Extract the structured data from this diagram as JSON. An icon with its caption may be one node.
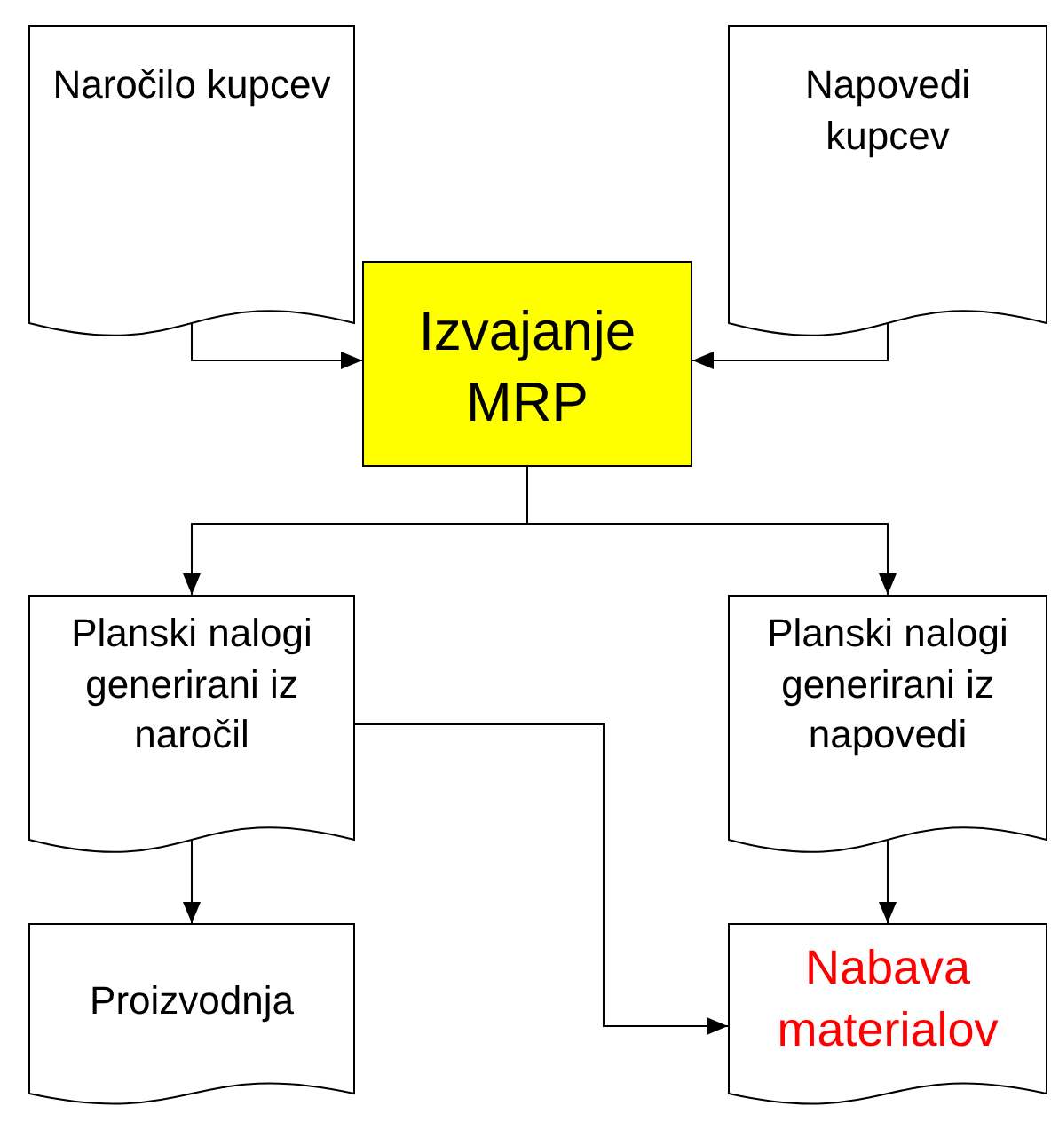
{
  "diagram": {
    "nodes": [
      {
        "text": [
          "Naročilo kupcev"
        ]
      },
      {
        "text": [
          "Napovedi kupcev"
        ]
      },
      {
        "text": [
          "Izvajanje MRP"
        ]
      },
      {
        "text": [
          "Planski nalogi generirani iz naročil"
        ]
      },
      {
        "text": [
          "Planski nalogi generirani iz napovedi"
        ]
      },
      {
        "text": [
          "Proizvodnja"
        ]
      },
      {
        "text": [
          "Nabava materialov"
        ]
      }
    ],
    "edges": [
      {
        "from": 0,
        "to": 2,
        "arrow": "to"
      },
      {
        "from": 1,
        "to": 2,
        "arrow": "to"
      },
      {
        "from": 2,
        "to": 3,
        "arrow": "to"
      },
      {
        "from": 2,
        "to": 4,
        "arrow": "to"
      },
      {
        "from": 3,
        "to": 6,
        "arrow": "to"
      },
      {
        "from": 3,
        "to": 5,
        "arrow": "to"
      },
      {
        "from": 4,
        "to": 6,
        "arrow": "to"
      }
    ]
  }
}
